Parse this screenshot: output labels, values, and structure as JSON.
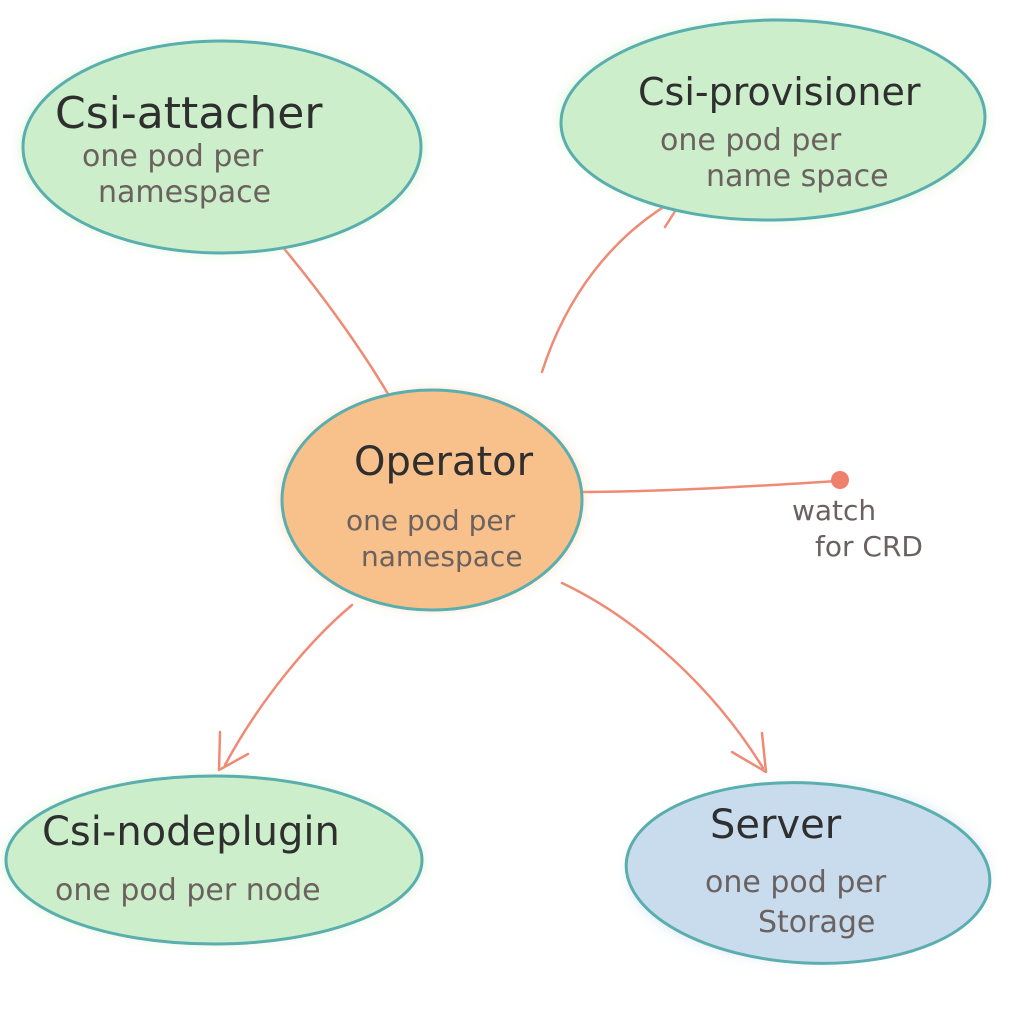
{
  "nodes": {
    "attacher": {
      "title": "Csi-attacher",
      "line1": "one pod per",
      "line2": "namespace"
    },
    "provisioner": {
      "title": "Csi-provisioner",
      "line1": "one pod per",
      "line2": "name space"
    },
    "operator": {
      "title": "Operator",
      "line1": "one pod per",
      "line2": "namespace"
    },
    "nodeplugin": {
      "title": "Csi-nodeplugin",
      "line1": "one pod per node"
    },
    "server": {
      "title": "Server",
      "line1": "one pod per",
      "line2": "Storage"
    }
  },
  "watch": {
    "line1": "watch",
    "line2": "for CRD"
  },
  "colors": {
    "green_fill": "#cdeeca",
    "green_glow": "#bff0b9",
    "orange_fill": "#f8c08a",
    "blue_fill": "#c9dcee",
    "outline": "#5aaeae",
    "arrow": "#ef8a75",
    "watch_dot": "#f0806e"
  }
}
